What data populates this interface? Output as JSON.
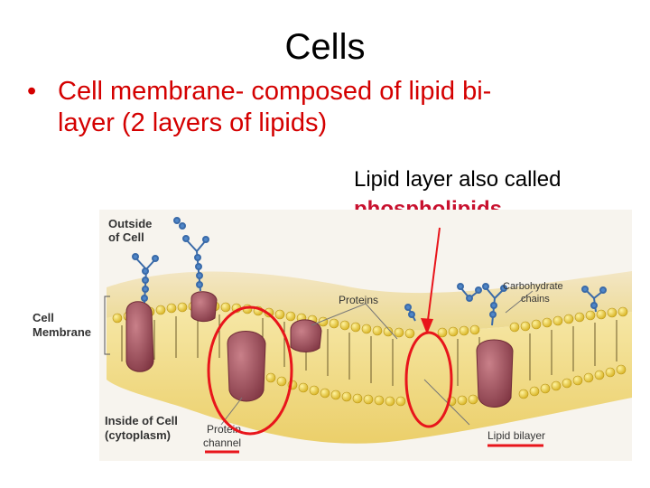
{
  "title": "Cells",
  "bullet": {
    "marker": "•",
    "line1": "Cell membrane- composed of lipid bi-",
    "line2": "layer (2 layers of lipids)"
  },
  "note": {
    "line1": "Lipid layer also called",
    "emphasis": "phospholipids"
  },
  "diagram": {
    "outside_line1": "Outside",
    "outside_line2": "of Cell",
    "membrane_line1": "Cell",
    "membrane_line2": "Membrane",
    "inside_line1": "Inside of Cell",
    "inside_line2": "(cytoplasm)",
    "proteins": "Proteins",
    "carb_line1": "Carbohydrate",
    "carb_line2": "chains",
    "channel_line1": "Protein",
    "channel_line2": "channel",
    "bilayer": "Lipid bilayer"
  },
  "colors": {
    "annotation_red": "#e8151b",
    "heading_red": "#d40000",
    "membrane_top": "#f5e8b8",
    "lipid_head": "#f0d23c",
    "protein": "#9a4b55",
    "carbohydrate": "#4f86c8"
  }
}
